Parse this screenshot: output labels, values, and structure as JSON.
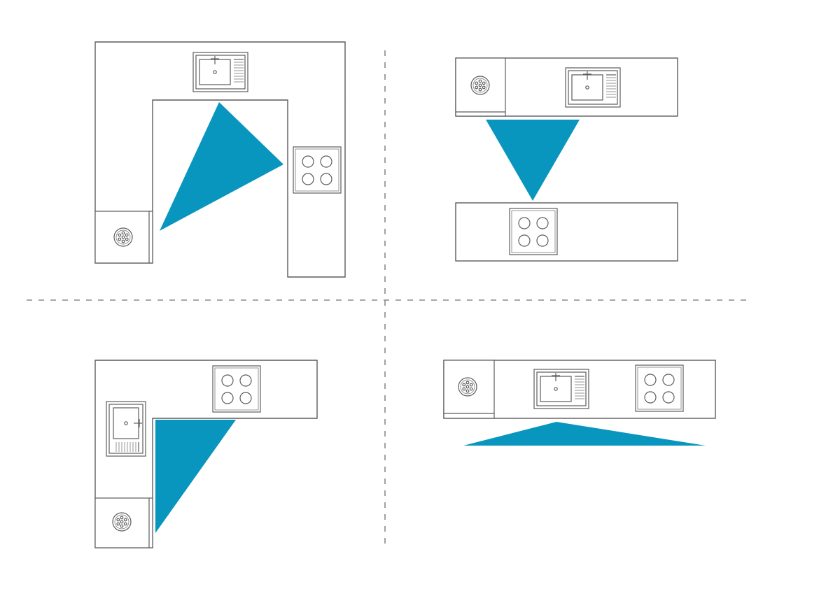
{
  "colors": {
    "triangle": "#0896be",
    "line": "#5c5c5c",
    "divider": "#8a8a8a",
    "background": "#ffffff"
  },
  "layouts": [
    {
      "layout": "u-shape",
      "fixtures": [
        "sink-icon",
        "cooktop-icon",
        "fridge-icon"
      ],
      "work_triangle": true
    },
    {
      "layout": "galley",
      "fixtures": [
        "fridge-icon",
        "sink-icon",
        "cooktop-icon"
      ],
      "work_triangle": true
    },
    {
      "layout": "l-shape",
      "fixtures": [
        "cooktop-icon",
        "sink-icon",
        "fridge-icon"
      ],
      "work_triangle": true
    },
    {
      "layout": "single-wall",
      "fixtures": [
        "fridge-icon",
        "sink-icon",
        "cooktop-icon"
      ],
      "work_triangle": true
    }
  ]
}
